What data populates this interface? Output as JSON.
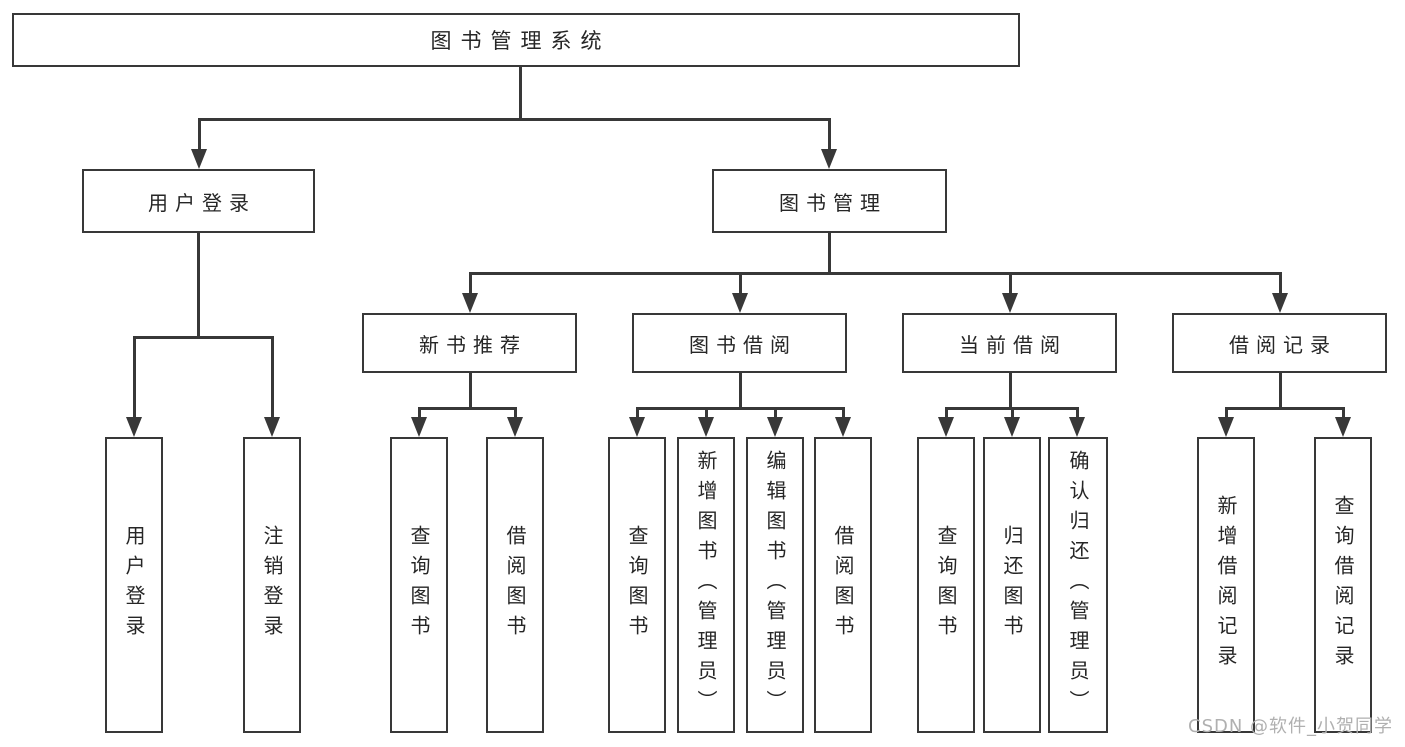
{
  "diagram_title": "图书管理系统",
  "tree": {
    "root": {
      "label": "图书管理系统"
    },
    "branches": [
      {
        "label": "用户登录",
        "children": [
          {
            "label": "用户登录"
          },
          {
            "label": "注销登录"
          }
        ]
      },
      {
        "label": "图书管理",
        "children": [
          {
            "label": "新书推荐",
            "children": [
              {
                "label": "查询图书"
              },
              {
                "label": "借阅图书"
              }
            ]
          },
          {
            "label": "图书借阅",
            "children": [
              {
                "label": "查询图书"
              },
              {
                "label": "新增图书（管理员）"
              },
              {
                "label": "编辑图书（管理员）"
              },
              {
                "label": "借阅图书"
              }
            ]
          },
          {
            "label": "当前借阅",
            "children": [
              {
                "label": "查询图书"
              },
              {
                "label": "归还图书"
              },
              {
                "label": "确认归还（管理员）"
              }
            ]
          },
          {
            "label": "借阅记录",
            "children": [
              {
                "label": "新增借阅记录"
              },
              {
                "label": "查询借阅记录"
              }
            ]
          }
        ]
      }
    ]
  },
  "watermark": "CSDN @软件_小贺同学",
  "colors": {
    "line": "#383838",
    "text": "#262626",
    "watermark": "#b0b0b0",
    "background": "#ffffff"
  }
}
